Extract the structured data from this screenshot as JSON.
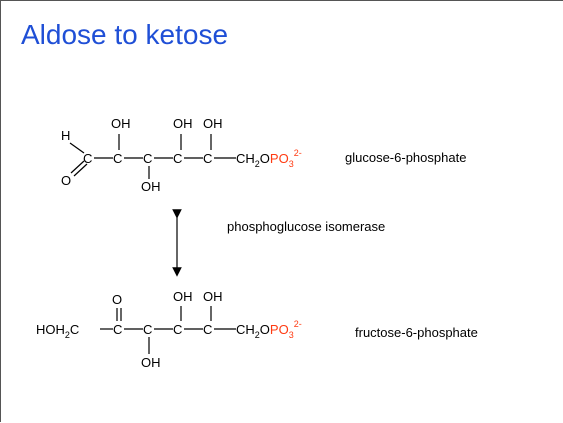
{
  "slide": {
    "title": "Aldose to ketose"
  },
  "glucose": {
    "label": "glucose-6-phosphate",
    "aldehyde_h": "H",
    "aldehyde_o": "O",
    "carbon": "C",
    "oh": "OH",
    "tail_ch": "CH",
    "tail_sub": "2",
    "tail_o": "O",
    "phosphate": "PO",
    "phosphate_sub": "3",
    "phosphate_charge": "2-"
  },
  "enzyme": {
    "label": "phosphoglucose isomerase"
  },
  "fructose": {
    "label": "fructose-6-phosphate",
    "head_hoh": "HOH",
    "head_sub": "2",
    "head_c": "C",
    "carbon": "C",
    "keto_o": "O",
    "oh": "OH",
    "tail_ch": "CH",
    "tail_sub": "2",
    "tail_o": "O",
    "phosphate": "PO",
    "phosphate_sub": "3",
    "phosphate_charge": "2-"
  },
  "colors": {
    "title": "#1f4fd6",
    "phosphate": "#ff3b12",
    "border": "#555555"
  }
}
